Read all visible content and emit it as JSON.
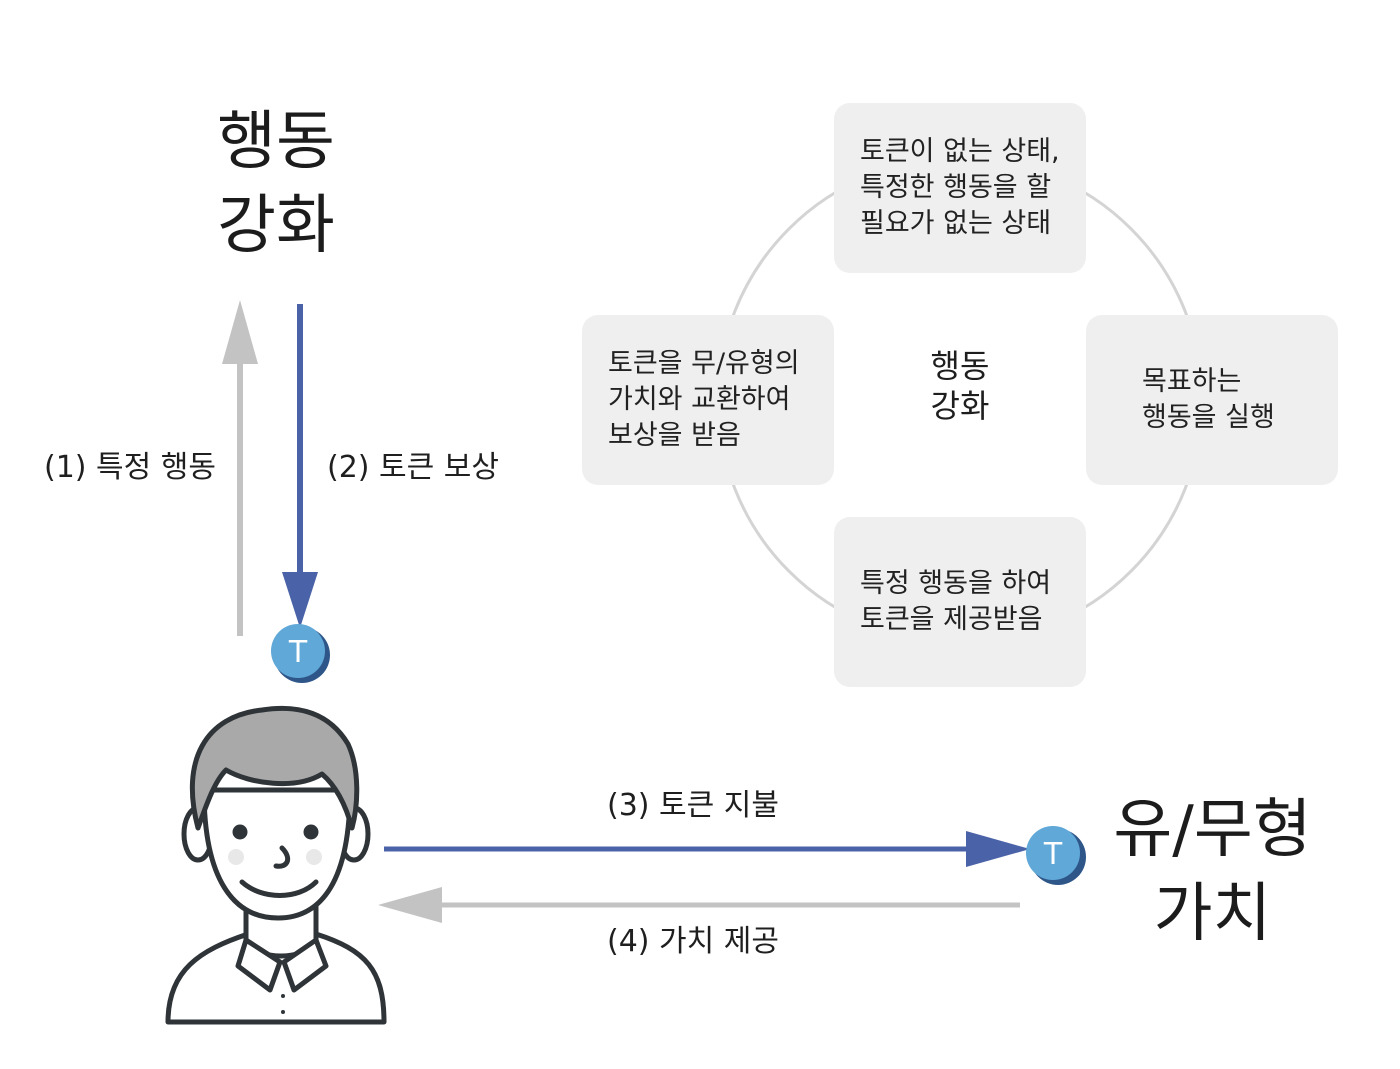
{
  "left_title": [
    "행동",
    "강화"
  ],
  "right_title": [
    "유/무형",
    "가치"
  ],
  "labels": {
    "step1": "(1) 특정 행동",
    "step2": "(2) 토큰 보상",
    "step3": "(3) 토큰 지불",
    "step4": "(4) 가치 제공"
  },
  "token_symbol": "T",
  "cycle": {
    "center": [
      "행동",
      "강화"
    ],
    "top": [
      "토큰이 없는 상태,",
      "특정한 행동을 할",
      "필요가 없는 상태"
    ],
    "right": [
      "목표하는",
      "행동을 실행"
    ],
    "bottom": [
      "특정 행동을 하여",
      "토큰을 제공받음"
    ],
    "left": [
      "토큰을 무/유형의",
      "가치와 교환하여",
      "보상을 받음"
    ]
  },
  "colors": {
    "blue_arrow": "#4a63a8",
    "gray_arrow": "#c3c3c3",
    "token": "#5fa8d8",
    "box": "#efefef",
    "circle": "#d4d4d4"
  }
}
